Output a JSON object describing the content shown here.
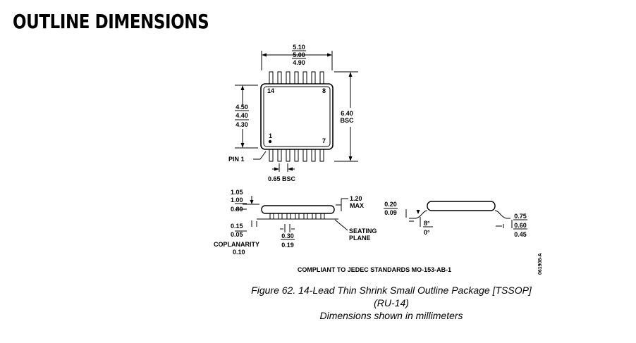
{
  "page": {
    "title": "OUTLINE DIMENSIONS"
  },
  "top_view": {
    "width_max": "5.10",
    "width_nom": "5.00",
    "width_min": "4.90",
    "body_max": "4.50",
    "body_nom": "4.40",
    "body_min": "4.30",
    "overall_width": "6.40",
    "overall_width_note": "BSC",
    "pin_14": "14",
    "pin_8": "8",
    "pin_1": "1",
    "pin_7": "7",
    "pin1_label": "PIN 1",
    "pitch": "0.65 BSC"
  },
  "side_view": {
    "standoff_max": "1.05",
    "standoff_nom": "1.00",
    "standoff_min": "0.80",
    "height_max": "1.20",
    "height_max_note": "MAX",
    "clearance_max": "0.15",
    "clearance_min": "0.05",
    "lead_width_max": "0.30",
    "lead_width_min": "0.19",
    "seating": "SEATING",
    "plane": "PLANE",
    "coplanarity": "COPLANARITY",
    "coplanarity_value": "0.10"
  },
  "end_view": {
    "thickness_max": "0.20",
    "thickness_min": "0.09",
    "angle_max": "8°",
    "angle_min": "0°",
    "foot_max": "0.75",
    "foot_nom": "0.60",
    "foot_min": "0.45"
  },
  "compliance": "COMPLIANT TO JEDEC STANDARDS MO-153-AB-1",
  "drawing_id": "061908-A",
  "caption": {
    "line1": "Figure 62. 14-Lead Thin Shrink Small Outline Package [TSSOP]",
    "line2": "(RU-14)",
    "line3": "Dimensions shown in millimeters"
  }
}
